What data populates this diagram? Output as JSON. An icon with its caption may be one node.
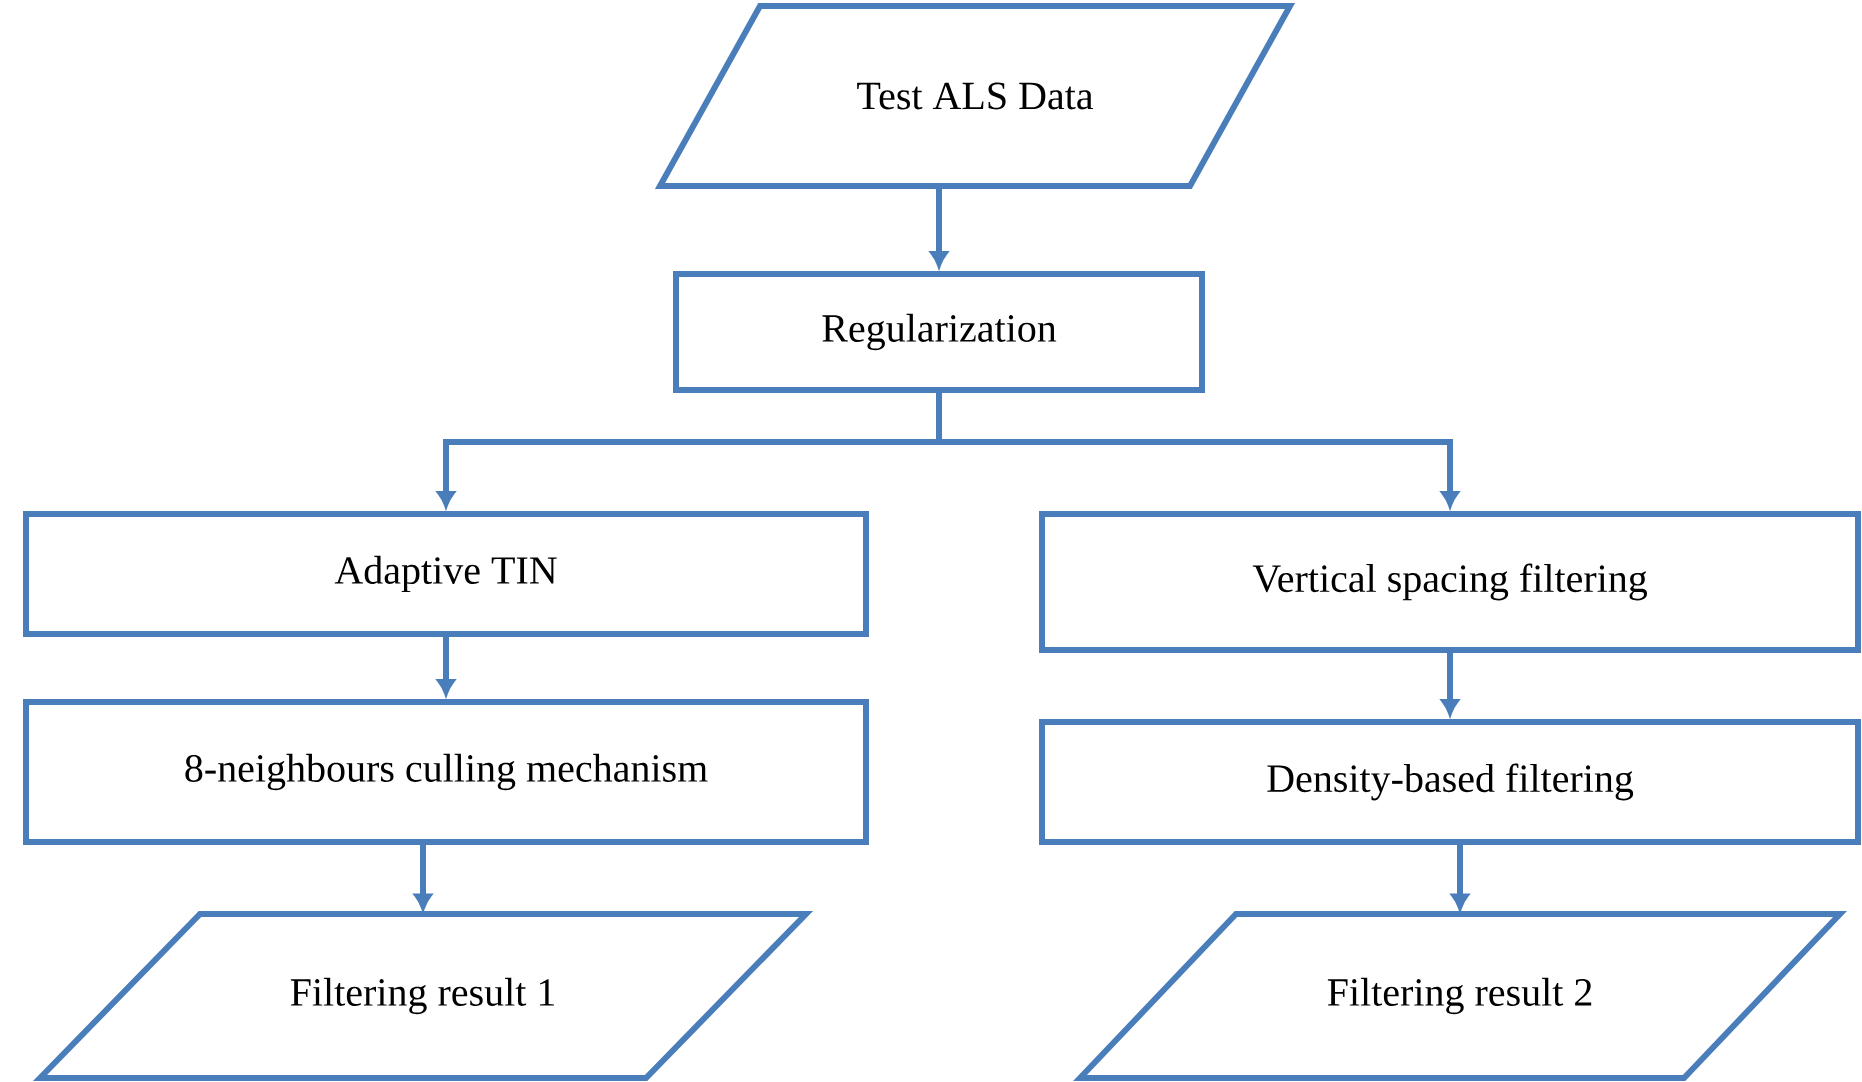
{
  "diagram": {
    "nodes": [
      {
        "text": [
          "Test ALS Data"
        ]
      },
      {
        "text": [
          "Regularization"
        ]
      },
      {
        "text": [
          "Adaptive TIN"
        ]
      },
      {
        "text": [
          "8-neighbours culling mechanism"
        ]
      },
      {
        "text": [
          "Filtering result 1"
        ]
      },
      {
        "text": [
          "Vertical spacing filtering"
        ]
      },
      {
        "text": [
          "Density-based filtering"
        ]
      },
      {
        "text": [
          "Filtering result 2"
        ]
      }
    ],
    "edges": [
      {
        "from": 0,
        "to": 1,
        "arrow": "to"
      },
      {
        "from": 1,
        "to": 2,
        "arrow": "to"
      },
      {
        "from": 1,
        "to": 5,
        "arrow": "to"
      },
      {
        "from": 2,
        "to": 3,
        "arrow": "to"
      },
      {
        "from": 3,
        "to": 4,
        "arrow": "to"
      },
      {
        "from": 5,
        "to": 6,
        "arrow": "to"
      },
      {
        "from": 6,
        "to": 7,
        "arrow": "to"
      }
    ]
  }
}
